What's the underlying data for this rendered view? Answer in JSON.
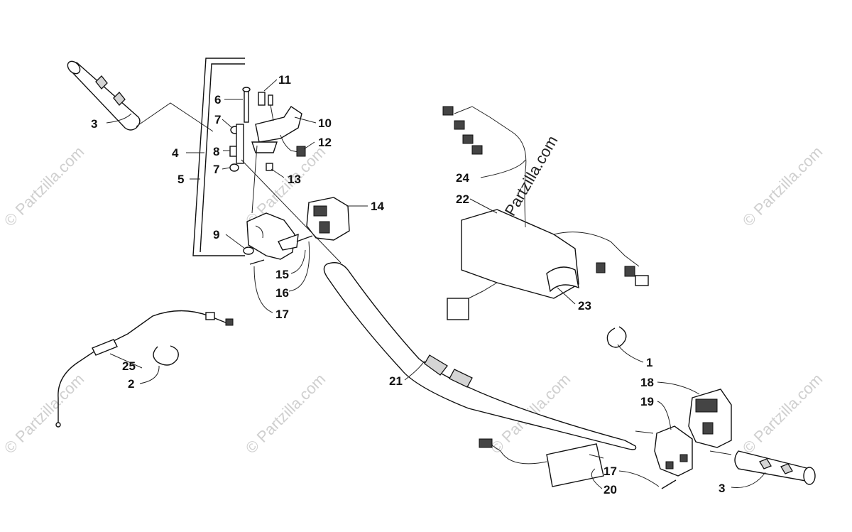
{
  "diagram": {
    "callouts": [
      "1",
      "2",
      "3",
      "3",
      "4",
      "5",
      "6",
      "7",
      "7",
      "8",
      "9",
      "10",
      "11",
      "12",
      "13",
      "14",
      "15",
      "16",
      "17",
      "17",
      "18",
      "19",
      "20",
      "21",
      "22",
      "23",
      "24",
      "25"
    ],
    "watermark_main": "© Partzilla.com",
    "watermark_faint": "© Partzilla.com"
  }
}
